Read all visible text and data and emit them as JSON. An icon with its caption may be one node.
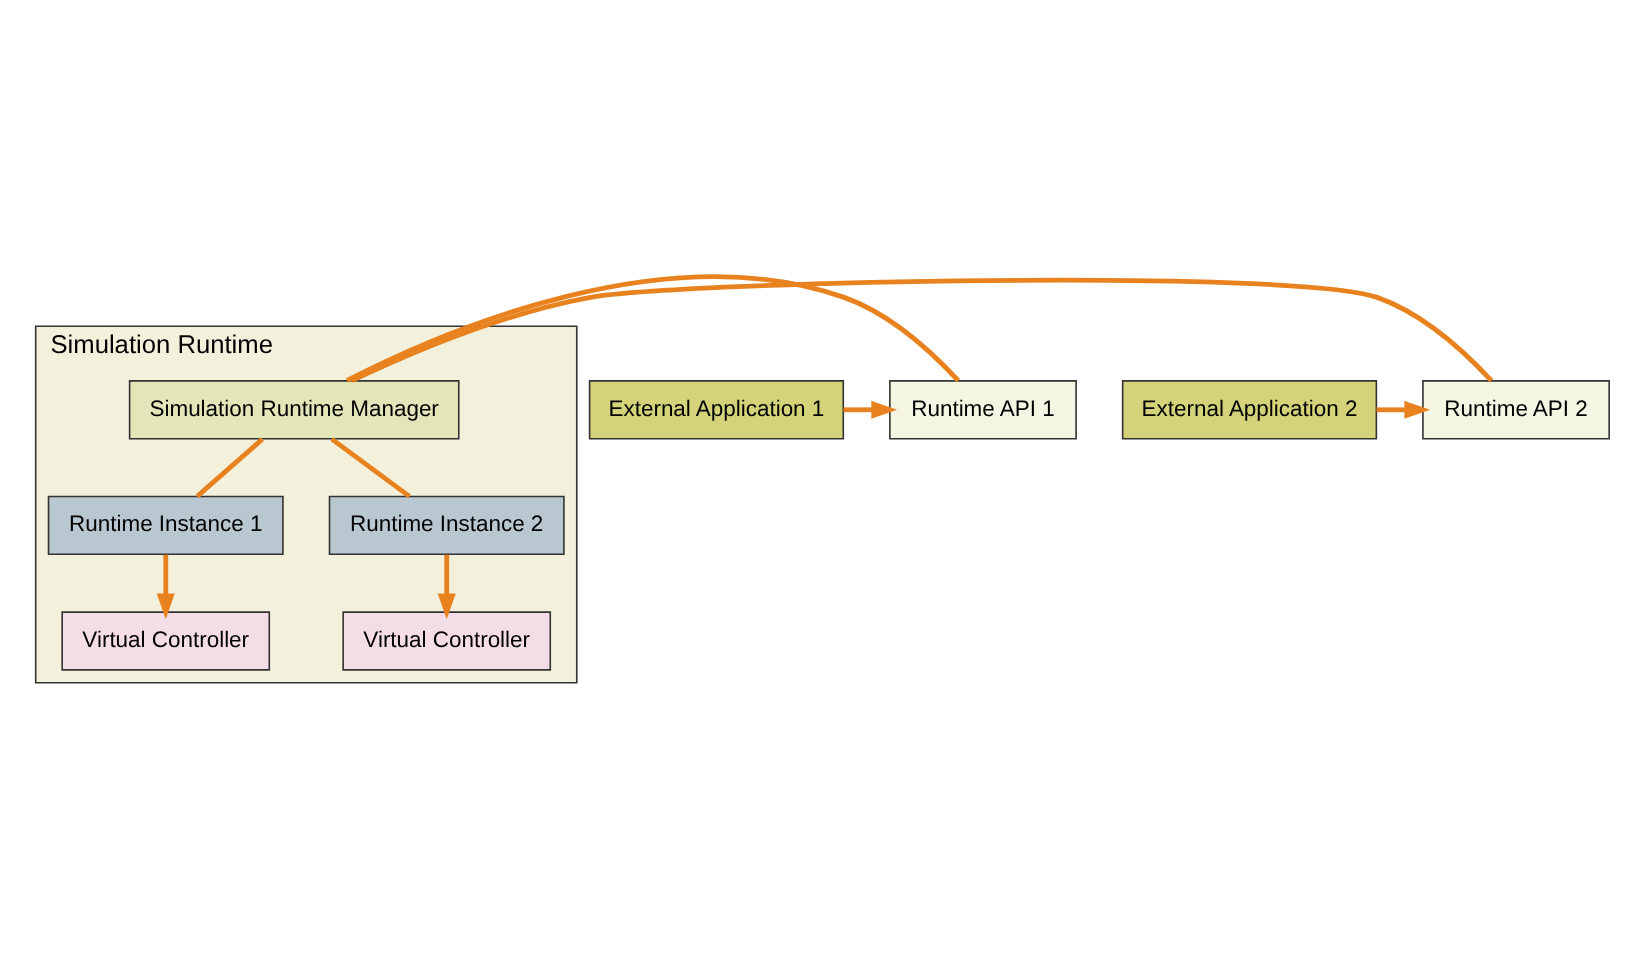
{
  "diagram": {
    "nodes": [
      {
        "text": [
          "Simulation Runtime"
        ]
      },
      {
        "text": [
          "Simulation Runtime Manager"
        ],
        "in": 0
      },
      {
        "text": [
          "Runtime Instance 1"
        ],
        "in": 0
      },
      {
        "text": [
          "Runtime Instance 2"
        ],
        "in": 0
      },
      {
        "text": [
          "Virtual Controller"
        ],
        "in": 0
      },
      {
        "text": [
          "Virtual Controller"
        ],
        "in": 0
      },
      {
        "text": [
          "Runtime API 1"
        ]
      },
      {
        "text": [
          "Runtime API 2"
        ]
      },
      {
        "text": [
          "External Application 1"
        ]
      },
      {
        "text": [
          "External Application 2"
        ]
      }
    ],
    "edges": [
      {
        "from": 1,
        "to": 6,
        "arrow": "none"
      },
      {
        "from": 1,
        "to": 7,
        "arrow": "none"
      },
      {
        "from": 1,
        "to": 2,
        "arrow": "none"
      },
      {
        "from": 1,
        "to": 3,
        "arrow": "none"
      },
      {
        "from": 2,
        "to": 4,
        "arrow": "to"
      },
      {
        "from": 3,
        "to": 5,
        "arrow": "to"
      },
      {
        "from": 8,
        "to": 6,
        "arrow": "to"
      },
      {
        "from": 9,
        "to": 7,
        "arrow": "to"
      }
    ]
  }
}
